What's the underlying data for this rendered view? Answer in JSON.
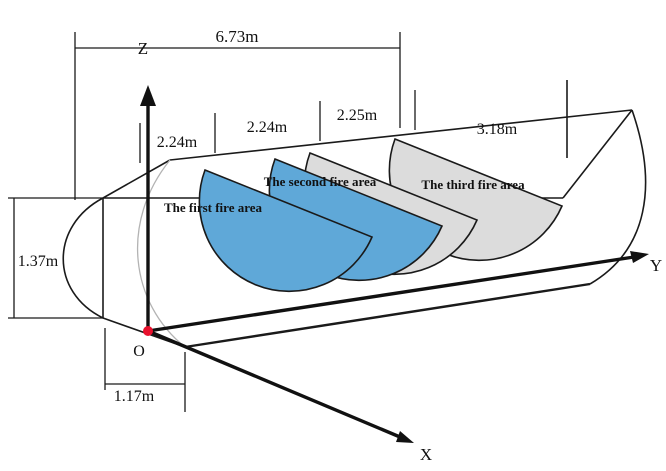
{
  "figure": {
    "background": "#ffffff",
    "stroke_color": "#1a1a1a",
    "fire_area_blue": "#5fa8d8",
    "fire_area_gray": "#dcdcdc",
    "origin_dot_color": "#e8112d"
  },
  "axes": {
    "z_label": "Z",
    "y_label": "Y",
    "x_label": "X",
    "origin_label": "O"
  },
  "dimensions": {
    "total_span": "6.73m",
    "first_area_length": "2.24m",
    "second_area_length": "2.24m",
    "third_area_length": "2.25m",
    "right_section_length": "3.18m",
    "height": "1.37m",
    "offset": "1.17m"
  },
  "fire_areas": {
    "first": "The first fire area",
    "second": "The second fire area",
    "third": "The third  fire area"
  }
}
